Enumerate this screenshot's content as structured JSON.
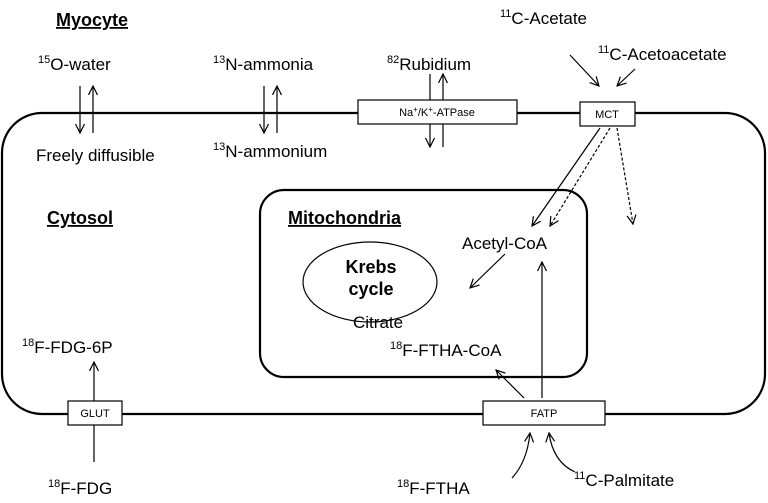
{
  "headings": {
    "myocyte": "Myocyte",
    "cytosol": "Cytosol",
    "mitochondria": "Mitochondria"
  },
  "tracers": {
    "o15_water": {
      "sup": "15",
      "text": "O-water"
    },
    "n13_ammonia": {
      "sup": "13",
      "text": "N-ammonia"
    },
    "n13_ammonium": {
      "sup": "13",
      "text": "N-ammonium"
    },
    "rb82": {
      "sup": "82",
      "text": "Rubidium"
    },
    "c11_acetate": {
      "sup": "11",
      "text": "C-Acetate"
    },
    "c11_acetoacetate": {
      "sup": "11",
      "text": "C-Acetoacetate"
    },
    "f18_fdg": {
      "sup": "18",
      "text": "F-FDG"
    },
    "f18_fdg6p": {
      "sup": "18",
      "text": "F-FDG-6P"
    },
    "f18_ftha": {
      "sup": "18",
      "text": "F-FTHA"
    },
    "f18_ftha_coa": {
      "sup": "18",
      "text": "F-FTHA-CoA"
    },
    "c11_palmitate": {
      "sup": "11",
      "text": "C-Palmitate"
    }
  },
  "labels": {
    "freely_diffusible": "Freely diffusible",
    "acetyl_coa": "Acetyl-CoA",
    "krebs_line1": "Krebs",
    "krebs_line2": "cycle",
    "citrate": "Citrate"
  },
  "transporters": {
    "na_k_atpase": {
      "p1": "Na",
      "s1": "+",
      "p2": "/K",
      "s2": "+",
      "p3": "-ATPase"
    },
    "mct": "MCT",
    "glut": "GLUT",
    "fatp": "FATP"
  }
}
